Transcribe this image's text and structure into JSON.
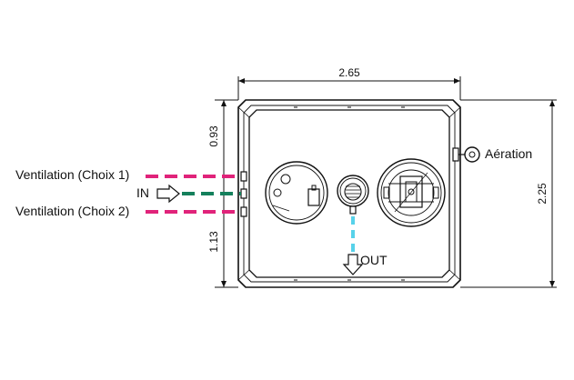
{
  "dimensions": {
    "width_label": "2.65",
    "height_label": "2.25",
    "top_segment_label": "0.93",
    "bottom_segment_label": "1.13"
  },
  "labels": {
    "ventilation_choice_1": "Ventilation (Choix 1)",
    "inlet": "IN",
    "ventilation_choice_2": "Ventilation (Choix 2)",
    "aeration": "Aération",
    "outlet": "OUT"
  },
  "colors": {
    "ventilation": "#e0237a",
    "inlet": "#14805c",
    "outlet": "#57d2ea",
    "outline": "#111111"
  },
  "icons": {
    "inlet_arrow": "arrow-right-outline-icon",
    "outlet_arrow": "arrow-down-outline-icon",
    "aeration_valve": "vent-cap-icon"
  }
}
